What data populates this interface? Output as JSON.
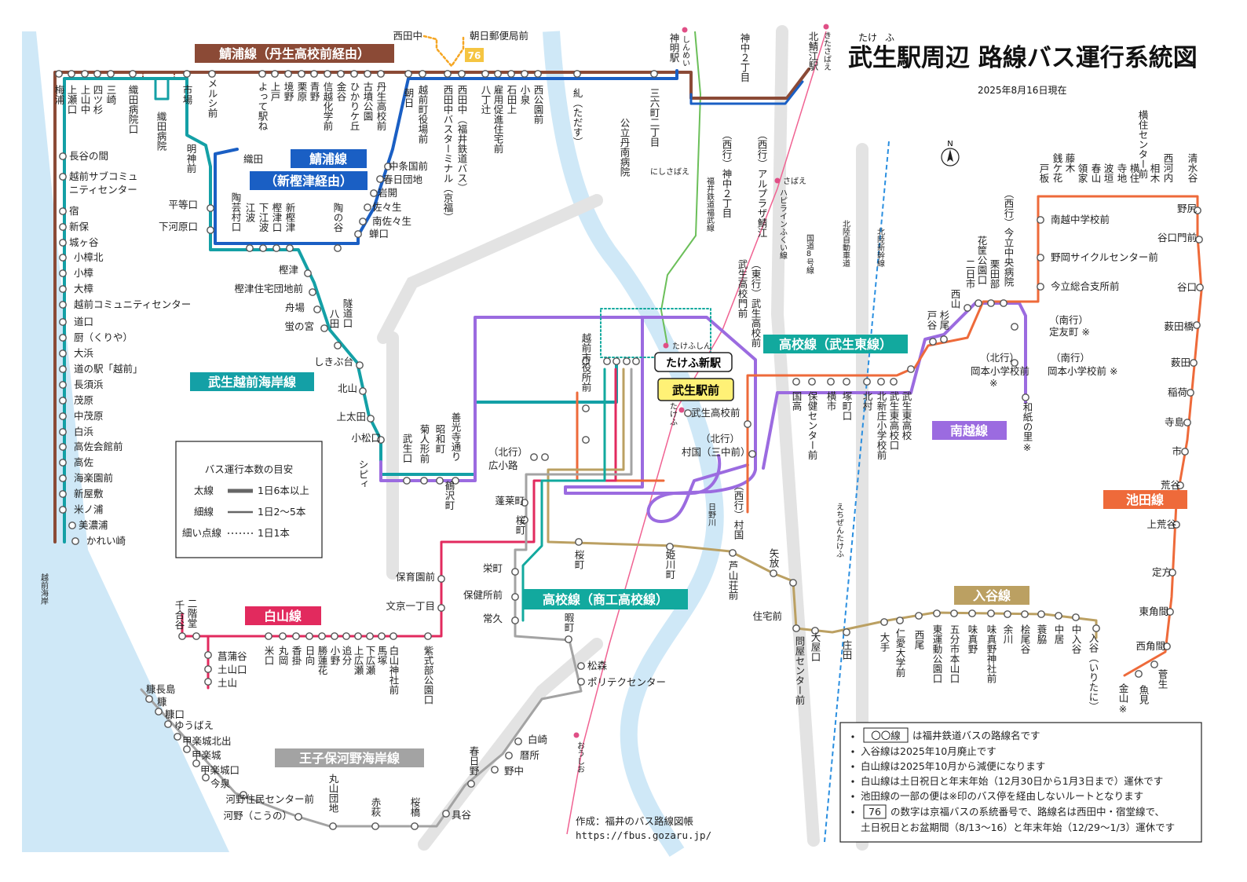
{
  "title": {
    "main": "武生駅周辺 路線バス運行系統図",
    "ruby_take": "たけ",
    "ruby_fu": "ふ",
    "date": "2025年8月16日現在",
    "compass": "N"
  },
  "route_labels": {
    "sabanoura_niu": "鯖浦線（丹生高校前経由）",
    "sabanoura": "鯖浦線",
    "shinkashizu": "（新樫津経由）",
    "echizen_kaigan": "武生越前海岸線",
    "koko_higashi": "高校線（武生東線）",
    "nanetsu": "南越線",
    "ikeda": "池田線",
    "hakusan": "白山線",
    "iritani": "入谷線",
    "koko_shoko": "高校線（商工高校線）",
    "ouji": "王子保河野海岸線"
  },
  "route_number": "76",
  "stations": {
    "takefu_shin": "たけふ新駅",
    "takefu_ekimae": "武生駅前",
    "shinmei": "神明駅",
    "kitasabae": "北鯖江駅",
    "nishitanaka": "西田中",
    "asahi_post": "朝日郵便局前"
  },
  "map_labels": {
    "sea": "越前海岸",
    "expressway": "北陸自動車道",
    "route8": "国道8号線",
    "shinkansen": "北陸新幹線",
    "fukubu": "福井鉄道福武線",
    "hapiline": "ハピラインふくい線",
    "hino_river": "日野川",
    "echizen_takefu": "えちぜんたけふ",
    "shinmei_kana": "しんめい",
    "nishisabae_kana": "にしさばえ",
    "kitasabae_kana": "きたさばえ",
    "sabae_kana": "さばえ",
    "takefushin_kana": "たけふしん",
    "takefu_kana": "たけふ",
    "oushio_kana": "おうしお"
  },
  "stops": {
    "top": [
      "梅浦",
      "上瀬口",
      "上山中",
      "四ツ杉",
      "三崎",
      "織田病院口",
      "織田病院",
      "市場",
      "メルシ前",
      "よって駅ね",
      "上戸",
      "境野",
      "栗原",
      "青野",
      "信越化学前",
      "金谷",
      "ひかりケ丘",
      "古墳公園",
      "丹生高校前",
      "朝日",
      "越前町役場前",
      "西田中バスターミナル（京福）",
      "西田中（福井鉄道バス）",
      "八丁辻",
      "雇用促進住宅前",
      "石田上",
      "小泉",
      "西公園前",
      "糺（ただす）",
      "公立丹南病院",
      "三六町二丁目",
      "神中２丁目",
      "（西行）神中２丁目",
      "（西行）アルプラザ鯖江"
    ],
    "coast": [
      "長谷の間",
      "越前サブコミュ",
      "ニティセンター",
      "宿",
      "新保",
      "城ヶ谷",
      "小樟北",
      "小樟",
      "大樟",
      "越前コミュニティセンター",
      "道口",
      "厨（くりや）",
      "大浜",
      "道の駅「越前」",
      "長須浜",
      "茂原",
      "中茂原",
      "白浜",
      "高佐会館前",
      "高佐",
      "海楽園前",
      "新屋敷",
      "米ノ浦",
      "美濃浦",
      "かれい崎"
    ],
    "mid": [
      "明神前",
      "平等口",
      "下河原口",
      "織田",
      "陶芸村口",
      "江波",
      "下江波",
      "樫津口",
      "新樫津",
      "陶の谷",
      "蝉口",
      "南佐々生",
      "佐々生",
      "岩開",
      "春日団地",
      "中条国前",
      "樫津",
      "樫津住宅団地前",
      "舟場",
      "蛍の宮",
      "八田",
      "隧道口",
      "しきぶ台",
      "北山",
      "上太田",
      "小松口",
      "シピィ",
      "武生口",
      "菊人形前",
      "昭和町",
      "善光寺通り",
      "（北行）",
      "広小路",
      "越前市役所前",
      "蓬莱町",
      "鶴沢町",
      "桜町",
      "栄町",
      "保健所前",
      "常久",
      "保育園前",
      "文京一丁目"
    ],
    "center": [
      "武生高校前",
      "（北行）",
      "村国（三中前）",
      "（西行）村国",
      "（東行）武生高校前",
      "武生高校門前",
      "国高",
      "保健センター前",
      "横市",
      "塚町口",
      "北村",
      "北新庄小学校前",
      "武生東高校口",
      "武生東高校",
      "戸谷",
      "杉尾",
      "西山",
      "二日市",
      "花筐公園口",
      "栗田部",
      "（西行）今立中央病院",
      "（北行）",
      "岡本小学校前",
      "※",
      "（南行）",
      "定友町 ※",
      "（南行）",
      "岡本小学校前 ※",
      "和紙の里※"
    ],
    "ikeda": [
      "横住センター前",
      "戸板",
      "銭ケ花",
      "藤木",
      "領家",
      "春山",
      "波垣",
      "寺地",
      "横住",
      "相木",
      "西河内",
      "清水谷",
      "野尻",
      "谷口門前",
      "谷口",
      "薮田橋",
      "薮田",
      "稲荷",
      "寺島",
      "市",
      "荒谷",
      "上荒谷",
      "定方",
      "東角間",
      "西角間",
      "菅生",
      "魚見",
      "金山※",
      "南越中学校前",
      "野岡サイクルセンター前",
      "今立総合支所前"
    ],
    "hakusan": [
      "千合谷",
      "二階堂",
      "菖蒲谷",
      "土山口",
      "土山",
      "米口",
      "丸岡",
      "香掛",
      "日向",
      "勝蓮花",
      "小野",
      "追分",
      "上広瀬",
      "下広瀬",
      "馬塚",
      "白山神社前",
      "紫式部公園口"
    ],
    "iritani": [
      "桜町",
      "姫川町",
      "芦山荘前",
      "矢放",
      "住宅前",
      "大屋口",
      "問屋センター前",
      "庄田",
      "大手",
      "仁愛大学前",
      "西尾",
      "東運動公園口",
      "五分市本山口",
      "味真野",
      "味真野神社前",
      "余川",
      "桧尾谷",
      "蓑脇",
      "中居",
      "中入谷",
      "入谷（いりたに）"
    ],
    "south": [
      "暇町",
      "松森",
      "ポリテクセンター",
      "白崎",
      "暦所",
      "野中",
      "春日野",
      "具谷",
      "桜橋",
      "赤萩",
      "丸山団地",
      "河野住民センター前",
      "河野（こうの）",
      "今泉",
      "甲楽城口",
      "甲楽城",
      "甲楽城北出",
      "ゆうばえ",
      "糠口",
      "糠",
      "糠長島"
    ]
  },
  "legend": {
    "title": "バス運行本数の目安",
    "thick": "太線",
    "thick_value": "1日6本以上",
    "thin": "細線",
    "thin_value": "1日2～5本",
    "dotted": "細い点線",
    "dotted_value": "1日1本"
  },
  "notes": {
    "line1_box": "〇〇線",
    "line1_rest": "は福井鉄道バスの路線名です",
    "line2": "入谷線は2025年10月廃止です",
    "line3": "白山線は2025年10月から減便になります",
    "line4": "白山線は土日祝日と年末年始（12月30日から1月3日まで）運休です",
    "line5": "池田線の一部の便は※印のバス停を経由しないルートとなります",
    "line6_box": "76",
    "line6_rest": "の数字は京福バスの系統番号で、路線名は西田中・宿堂線で、",
    "line7": "土日祝日とお盆期間（8/13～16）と年末年始（12/29～1/3）運休です"
  },
  "credit": {
    "author": "作成：福井のバス路線図帳",
    "url": "https://fbus.gozaru.jp/"
  },
  "colors": {
    "brown": "#8B4A36",
    "teal": "#14A0A6",
    "blue": "#1A5FC4",
    "purple": "#9B6BE0",
    "orange": "#EE6A3A",
    "pink": "#E22A5E",
    "tan": "#BBA062",
    "grey": "#A3A3A3",
    "water": "#CFE8F7"
  }
}
